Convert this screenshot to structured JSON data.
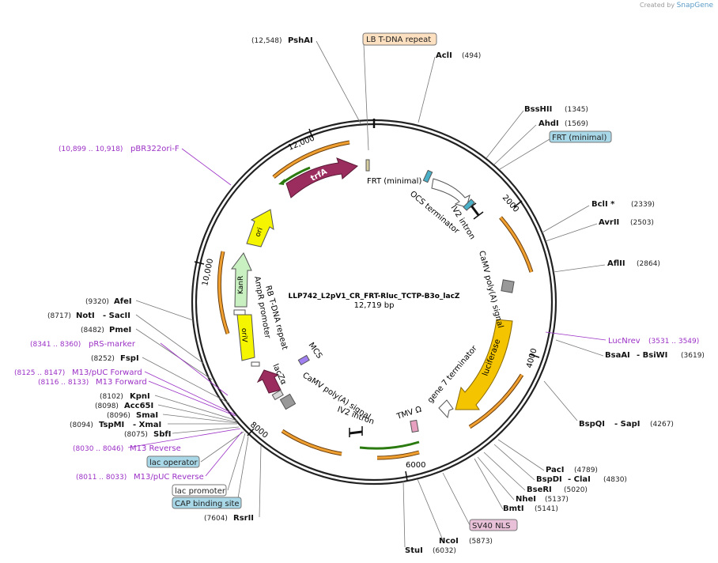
{
  "credit": {
    "text": "Created by",
    "brand": "SnapGene"
  },
  "plasmid": {
    "name": "LLP742_L2pV1_CR_FRT-Rluc_TCTP-B3o_lacZ",
    "size": "12,719 bp"
  },
  "ticks": [
    "2000",
    "4000",
    "6000",
    "8000",
    "10,000",
    "12,000"
  ],
  "enzymes_right": [
    {
      "name": "AclI",
      "pos": "(494)"
    },
    {
      "name": "BssHII",
      "pos": "(1345)"
    },
    {
      "name": "AhdI",
      "pos": "(1569)"
    },
    {
      "name": "BclI *",
      "pos": "(2339)"
    },
    {
      "name": "AvrII",
      "pos": "(2503)"
    },
    {
      "name": "AflII",
      "pos": "(2864)"
    },
    {
      "name": "BsaAI",
      "name2": "- BsiWI",
      "pos": "(3619)"
    },
    {
      "name": "BspQI",
      "name2": "- SapI",
      "pos": "(4267)"
    },
    {
      "name": "PacI",
      "pos": "(4789)"
    },
    {
      "name": "BspDI",
      "name2": "- ClaI",
      "pos": "(4830)"
    },
    {
      "name": "BseRI",
      "pos": "(5020)"
    },
    {
      "name": "NheI",
      "pos": "(5137)"
    },
    {
      "name": "BmtI",
      "pos": "(5141)"
    },
    {
      "name": "NcoI",
      "pos": "(5873)"
    },
    {
      "name": "StuI",
      "pos": "(6032)"
    }
  ],
  "enzymes_left": [
    {
      "name": "PshAI",
      "pos": "(12,548)"
    },
    {
      "name": "AfeI",
      "pos": "(9320)"
    },
    {
      "name": "NotI",
      "name2": "- SacII",
      "pos": "(8717)"
    },
    {
      "name": "PmeI",
      "pos": "(8482)"
    },
    {
      "name": "FspI",
      "pos": "(8252)"
    },
    {
      "name": "KpnI",
      "pos": "(8102)"
    },
    {
      "name": "Acc65I",
      "pos": "(8098)"
    },
    {
      "name": "SmaI",
      "pos": "(8096)"
    },
    {
      "name": "TspMI",
      "name2": "- XmaI",
      "pos": "(8094)"
    },
    {
      "name": "SbfI",
      "pos": "(8075)"
    },
    {
      "name": "RsrII",
      "pos": "(7604)"
    }
  ],
  "primers": [
    {
      "name": "pBR322ori-F",
      "pos": "(10,899 .. 10,918)"
    },
    {
      "name": "LucNrev",
      "pos": "(3531 .. 3549)"
    },
    {
      "name": "pRS-marker",
      "pos": "(8341 .. 8360)"
    },
    {
      "name": "M13/pUC Forward",
      "pos": "(8125 .. 8147)"
    },
    {
      "name": "M13 Forward",
      "pos": "(8116 .. 8133)"
    },
    {
      "name": "M13 Reverse",
      "pos": "(8030 .. 8046)"
    },
    {
      "name": "M13/pUC Reverse",
      "pos": "(8011 .. 8033)"
    }
  ],
  "boxed_features": [
    {
      "name": "LB T-DNA repeat",
      "color": "#fde0c0"
    },
    {
      "name": "FRT (minimal)",
      "color": "#a8d8e8"
    },
    {
      "name": "lac operator",
      "color": "#a8d8e8"
    },
    {
      "name": "lac promoter",
      "color": "#ffffff"
    },
    {
      "name": "CAP binding site",
      "color": "#a8d8e8"
    },
    {
      "name": "SV40 NLS",
      "color": "#e8c0d8"
    }
  ],
  "inner_features": {
    "frt": "FRT (minimal)",
    "ocs": "OCS terminator",
    "iv2a": "IV2 intron",
    "camv1": "CaMV poly(A) signal",
    "luciferase": "luciferase",
    "gene7": "gene 7 terminator",
    "tmv": "TMV Ω",
    "camv2": "CaMV poly(A) signal",
    "iv2b": "IV2 intron",
    "lacz": "lacZα",
    "mcs": "MCS",
    "rb": "RB T-DNA repeat",
    "ampr": "AmpR promoter",
    "kanr": "KanR",
    "oriv": "oriV",
    "ori": "ori",
    "trfa": "trfA"
  },
  "colors": {
    "backbone": "#222222",
    "orf": "#f0a030",
    "trfa": "#9b2c5e",
    "ori": "#f5f500",
    "kanr": "#c8f0c0",
    "primer": "#9b30c6",
    "luciferase": "#f5c400"
  }
}
